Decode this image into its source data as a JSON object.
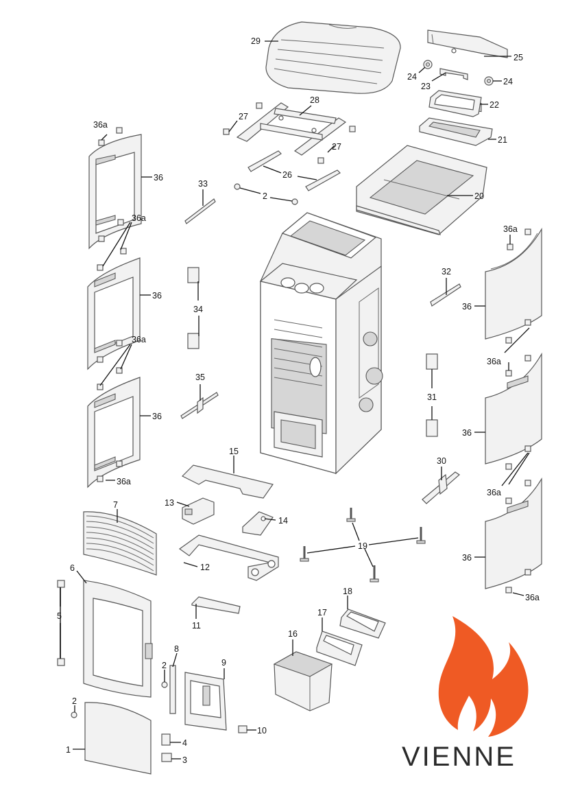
{
  "parts": [
    {
      "id": "p29",
      "label": "29"
    },
    {
      "id": "p25",
      "label": "25"
    },
    {
      "id": "p24a",
      "label": "24"
    },
    {
      "id": "p23",
      "label": "23"
    },
    {
      "id": "p24b",
      "label": "24"
    },
    {
      "id": "p22",
      "label": "22"
    },
    {
      "id": "p28",
      "label": "28"
    },
    {
      "id": "p27a",
      "label": "27"
    },
    {
      "id": "p27b",
      "label": "27"
    },
    {
      "id": "p21",
      "label": "21"
    },
    {
      "id": "p26",
      "label": "26"
    },
    {
      "id": "p20",
      "label": "20"
    },
    {
      "id": "p2a",
      "label": "2"
    },
    {
      "id": "p33",
      "label": "33"
    },
    {
      "id": "p32",
      "label": "32"
    },
    {
      "id": "p34",
      "label": "34"
    },
    {
      "id": "p35",
      "label": "35"
    },
    {
      "id": "p31",
      "label": "31"
    },
    {
      "id": "p30",
      "label": "30"
    },
    {
      "id": "p15",
      "label": "15"
    },
    {
      "id": "p13",
      "label": "13"
    },
    {
      "id": "p14",
      "label": "14"
    },
    {
      "id": "p12",
      "label": "12"
    },
    {
      "id": "p19",
      "label": "19"
    },
    {
      "id": "p7",
      "label": "7"
    },
    {
      "id": "p6",
      "label": "6"
    },
    {
      "id": "p5",
      "label": "5"
    },
    {
      "id": "p11",
      "label": "11"
    },
    {
      "id": "p18",
      "label": "18"
    },
    {
      "id": "p17",
      "label": "17"
    },
    {
      "id": "p16",
      "label": "16"
    },
    {
      "id": "p8",
      "label": "8"
    },
    {
      "id": "p9",
      "label": "9"
    },
    {
      "id": "p2b",
      "label": "2"
    },
    {
      "id": "p2c",
      "label": "2"
    },
    {
      "id": "p10",
      "label": "10"
    },
    {
      "id": "p4",
      "label": "4"
    },
    {
      "id": "p3",
      "label": "3"
    },
    {
      "id": "p1",
      "label": "1"
    },
    {
      "id": "l36a1",
      "label": "36a"
    },
    {
      "id": "l36_1",
      "label": "36"
    },
    {
      "id": "l36a2",
      "label": "36a"
    },
    {
      "id": "l36_2",
      "label": "36"
    },
    {
      "id": "l36a3",
      "label": "36a"
    },
    {
      "id": "l36_3",
      "label": "36"
    },
    {
      "id": "l36a4",
      "label": "36a"
    },
    {
      "id": "r36a1",
      "label": "36a"
    },
    {
      "id": "r36_1",
      "label": "36"
    },
    {
      "id": "r36a2",
      "label": "36a"
    },
    {
      "id": "r36_2",
      "label": "36"
    },
    {
      "id": "r36a3",
      "label": "36a"
    },
    {
      "id": "r36_3",
      "label": "36"
    },
    {
      "id": "r36a4",
      "label": "36a"
    }
  ],
  "brand": {
    "name": "VIENNE",
    "flame_color": "#ef5a24",
    "text_color": "#2a2a2a"
  },
  "icons": {
    "logo": "flame-icon"
  }
}
